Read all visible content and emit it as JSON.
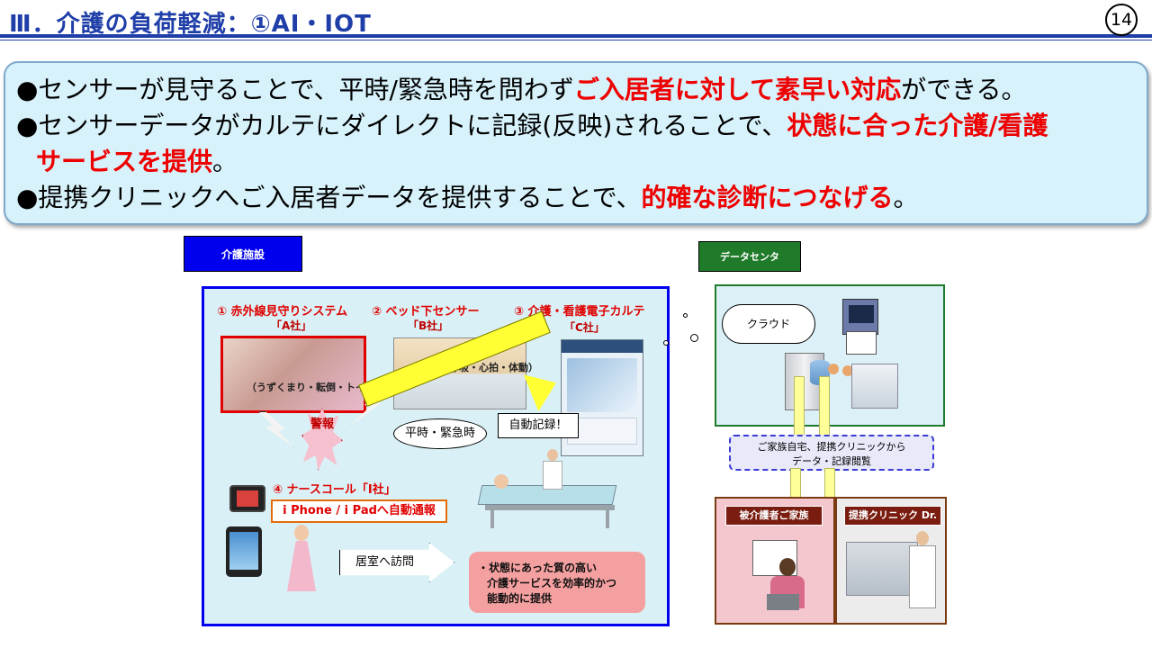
{
  "header": {
    "title": "Ⅲ．介護の負荷軽減：①AI・IOT",
    "page_number": "14"
  },
  "summary": {
    "line1_pre": "●センサーが見守ることで、平時/緊急時を問わず",
    "line1_red": "ご入居者に対して素早い対応",
    "line1_post": "ができる。",
    "line2_pre": "●センサーデータがカルテにダイレクトに記録(反映)されることで、",
    "line2_red": "状態に合った介護/看護",
    "line3_red": "サービスを提供",
    "line3_post": "。",
    "line4_pre": "●提携クリニックへご入居者データを提供することで、",
    "line4_red": "的確な診断につなげる",
    "line4_post": "。"
  },
  "facility": {
    "label": "介護施設",
    "item1": "①  赤外線見守りシステム",
    "item1_vendor": "「A社」",
    "item1_caption": "（うずくまり・転倒・トイレ異常）",
    "item2": "②  ベッド下センサー",
    "item2_vendor": "「B社」",
    "item2_caption": "（呼吸・心拍・体動）",
    "item3": "③  介護・看護電子カルテ",
    "item3_vendor": "「C社」",
    "alarm": "警報",
    "heisei": "平時・緊急時",
    "auto_record": "自動記録！",
    "item4": "④  ナースコール「I社」",
    "nurse_notify": "i Phone / i Padへ自動通報",
    "visit": "居室へ訪問",
    "result_line1": "・状態にあった質の高い",
    "result_line2": "介護サービスを効率的かつ",
    "result_line3": "能動的に提供"
  },
  "datacenter": {
    "label": "データセンタ",
    "cloud": "クラウド",
    "access_line1": "ご家族自宅、提携クリニックから",
    "access_line2": "データ・記録閲覧",
    "family": "被介護者ご家族",
    "clinic": "提携クリニック  Dr."
  },
  "colors": {
    "title_blue": "#1f3ea8",
    "emphasis_red": "#ee0000",
    "facility_blue": "#0000ee",
    "datacenter_green": "#1f7a2a",
    "summary_bg": "#d7f2fb"
  }
}
